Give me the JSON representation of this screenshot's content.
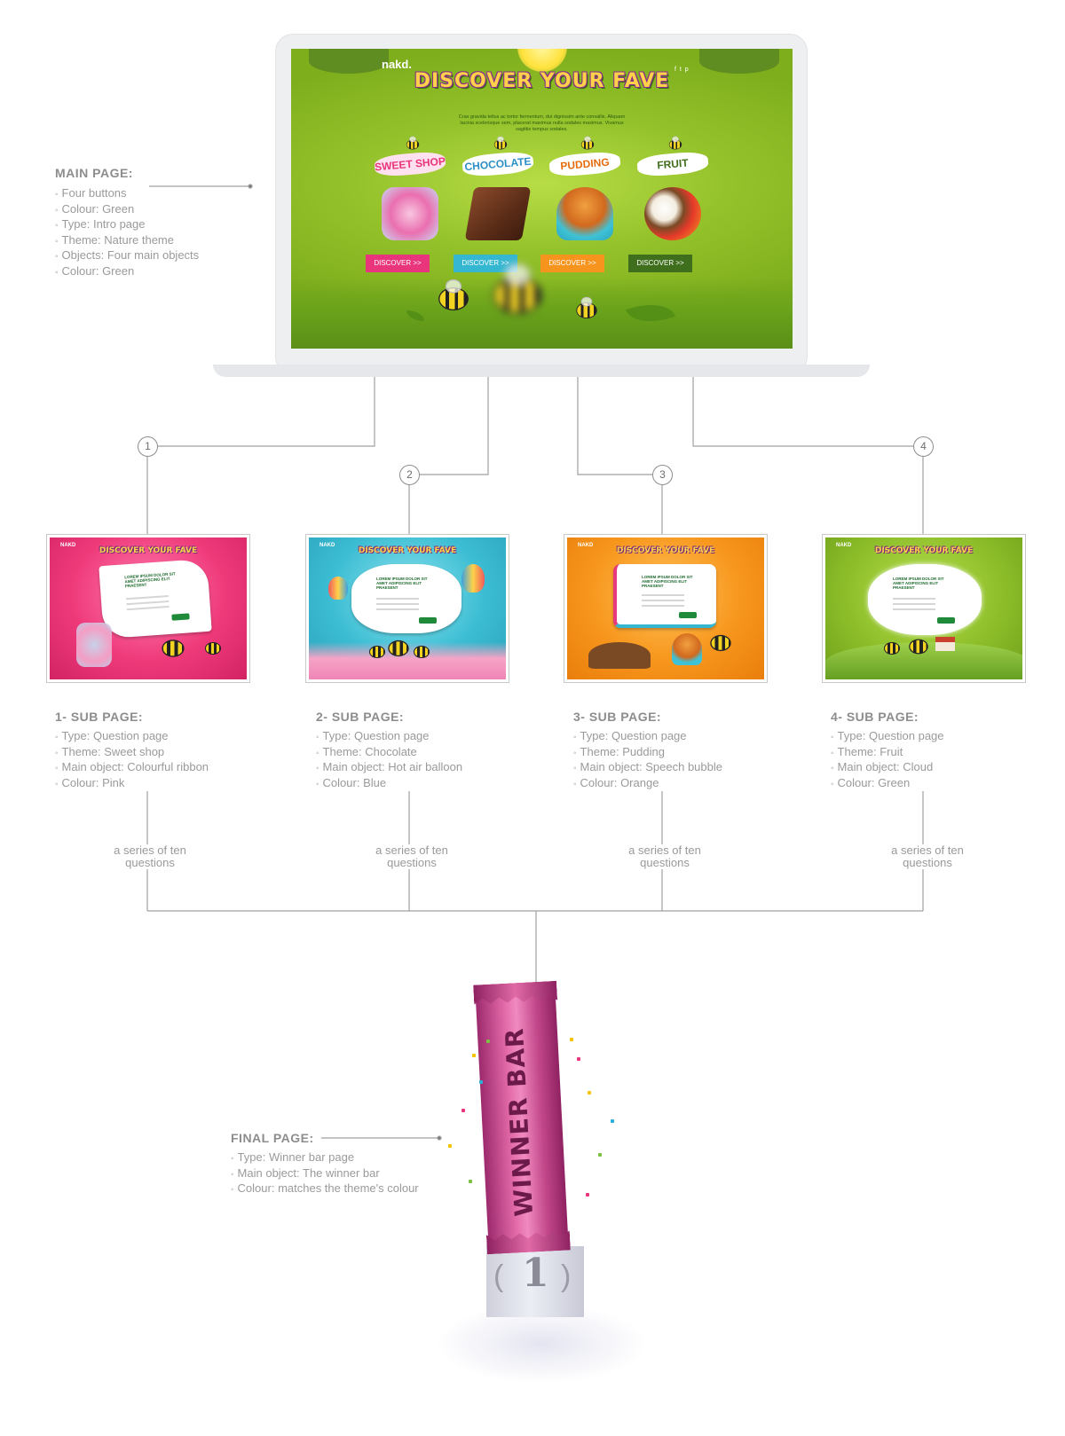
{
  "main_page": {
    "label": "MAIN PAGE:",
    "specs": [
      "Four buttons",
      "Colour: Green",
      "Type: Intro page",
      "Theme: Nature theme",
      "Objects: Four main objects",
      "Colour: Green"
    ],
    "screen": {
      "brand": "nakd.",
      "title": "DISCOVER YOUR FAVE",
      "intro": "Cras gravida tellus ac tortor fermentum, dui dignissim ante convallis. Aliquam lacinia scelerisque sem, placerat maximus nulla sodales maximus. Vivamus sagittis tempus sodales.",
      "social": "f t p",
      "categories": [
        {
          "label": "SWEET SHOP",
          "button": "DISCOVER >>",
          "color": "#e8357c",
          "label_color": "#e8357c"
        },
        {
          "label": "CHOCOLATE",
          "button": "DISCOVER >>",
          "color": "#35b7d1",
          "label_color": "#2a8fc6"
        },
        {
          "label": "PUDDING",
          "button": "DISCOVER >>",
          "color": "#f7941e",
          "label_color": "#e56c0f"
        },
        {
          "label": "FRUIT",
          "button": "DISCOVER >>",
          "color": "#3f6e1c",
          "label_color": "#3f6e1c"
        }
      ]
    }
  },
  "steps": [
    "1",
    "2",
    "3",
    "4"
  ],
  "sub_pages": [
    {
      "label": "1- SUB PAGE:",
      "specs": [
        "Type: Question page",
        "Theme: Sweet shop",
        "Main object: Colourful ribbon",
        "Colour: Pink"
      ],
      "bg": "#ef3a7a",
      "series": "a series of ten questions"
    },
    {
      "label": "2- SUB PAGE:",
      "specs": [
        "Type: Question page",
        "Theme: Chocolate",
        "Main object: Hot air balloon",
        "Colour: Blue"
      ],
      "bg": "#3cbdd3",
      "series": "a series of ten questions"
    },
    {
      "label": "3- SUB PAGE:",
      "specs": [
        "Type: Question page",
        "Theme: Pudding",
        "Main object: Speech bubble",
        "Colour: Orange"
      ],
      "bg": "#f7961c",
      "series": "a series of ten questions"
    },
    {
      "label": "4- SUB PAGE:",
      "specs": [
        "Type: Question page",
        "Theme: Fruit",
        "Main object: Cloud",
        "Colour: Green"
      ],
      "bg": "#7fae22",
      "series": "a series of ten questions"
    }
  ],
  "thumb_common": {
    "title": "DISCOVER YOUR FAVE",
    "logo": "NAKD",
    "card_title": "LOREM IPSUM DOLOR SIT AMET ADIPISCING ELIT PRAESENT"
  },
  "final_page": {
    "label": "FINAL PAGE:",
    "specs": [
      "Type: Winner bar page",
      "Main object: The winner bar",
      "Colour: matches the theme's colour"
    ],
    "bar_text": "WINNER BAR",
    "podium_number": "1"
  },
  "colors": {
    "line": "#9b9b9b",
    "text": "#8d8d8d",
    "green": "#94c22b"
  }
}
